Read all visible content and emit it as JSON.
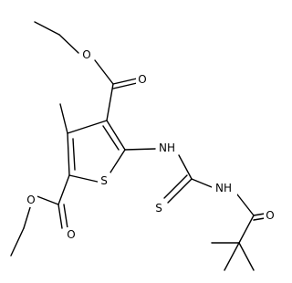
{
  "molecule": {
    "atoms": {
      "o_ester_top": "O",
      "o_carbonyl_top": "O",
      "nh_left": "NH",
      "s_ring": "S",
      "nh_right": "NH",
      "s_thione": "S",
      "o_amide": "O",
      "o_ester_bottom": "O",
      "o_carbonyl_bottom": "O"
    }
  }
}
